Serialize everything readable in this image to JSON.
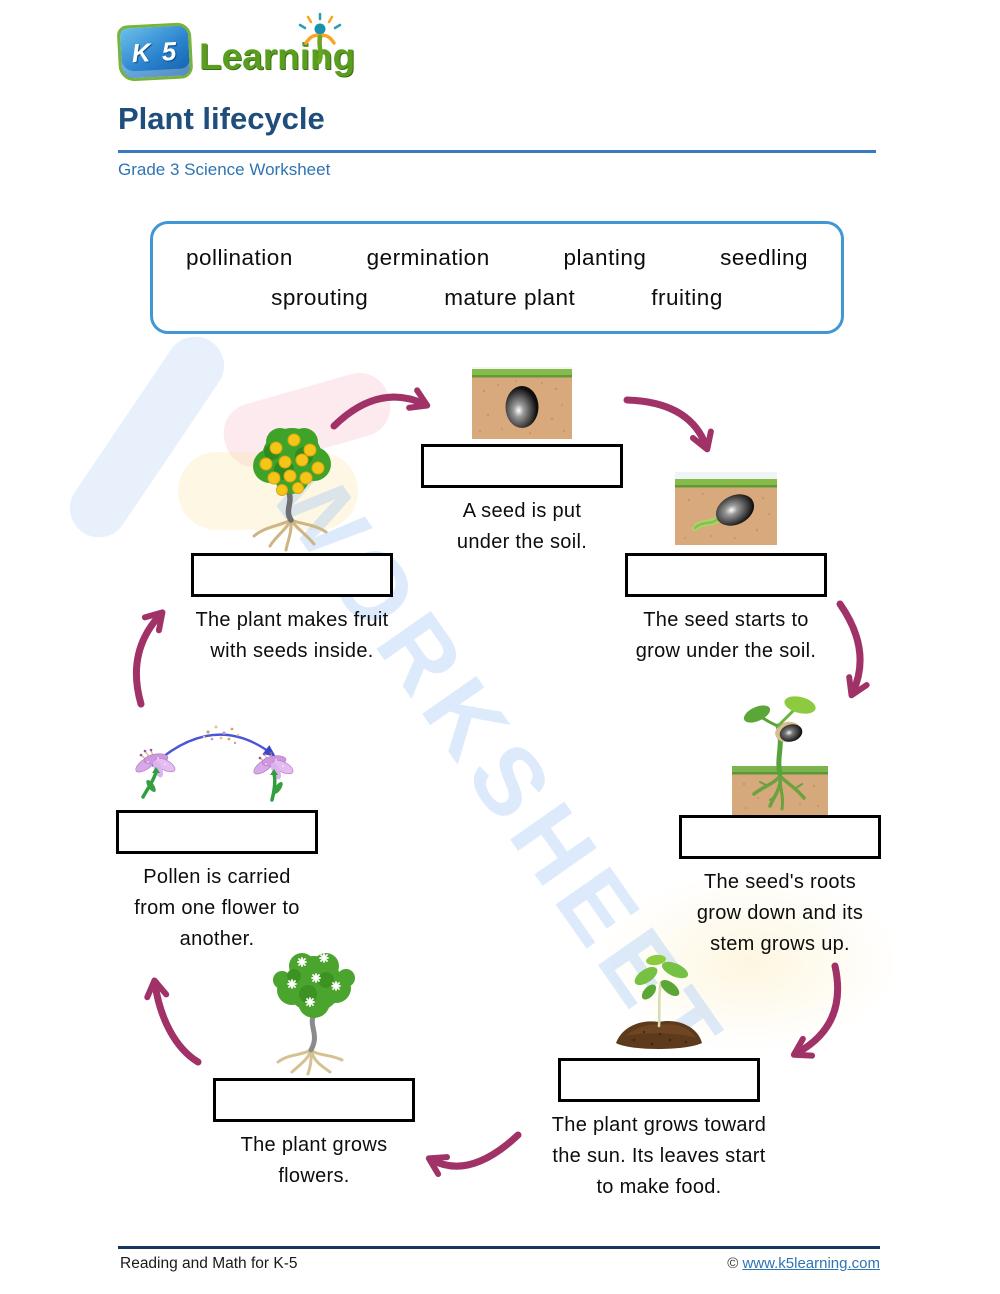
{
  "logo": {
    "book_text": "K 5",
    "wordmark": "Learning"
  },
  "header": {
    "title": "Plant lifecycle",
    "subtitle": "Grade 3 Science Worksheet"
  },
  "word_bank": {
    "row1": [
      "pollination",
      "germination",
      "planting",
      "seedling"
    ],
    "row2": [
      "sprouting",
      "mature plant",
      "fruiting"
    ]
  },
  "stages": [
    {
      "id": "planting",
      "caption": "A seed is put\nunder the soil."
    },
    {
      "id": "germination",
      "caption": "The seed starts to\ngrow under the soil."
    },
    {
      "id": "sprouting",
      "caption": "The seed's roots\ngrow down and its\nstem grows up."
    },
    {
      "id": "seedling",
      "caption": "The plant grows toward\nthe sun. Its leaves start\nto make food."
    },
    {
      "id": "mature-plant",
      "caption": "The plant grows\nflowers."
    },
    {
      "id": "pollination",
      "caption": "Pollen is carried\nfrom one flower to\nanother."
    },
    {
      "id": "fruiting",
      "caption": "The plant makes fruit\nwith seeds inside."
    }
  ],
  "watermark": {
    "text": "WORKSHEET"
  },
  "footer": {
    "left": "Reading and Math for K-5",
    "copyright": "©",
    "link": "www.k5learning.com"
  },
  "colors": {
    "title_navy": "#1f4e7c",
    "accent_blue": "#2e74b5",
    "wordbank_border": "#3f97d4",
    "cycle_arrow": "#a13268",
    "pollination_arrow": "#4a55d8",
    "answer_box_border": "#000000",
    "logo_green": "#5a9e1f",
    "watermark_blue": "#98c0f2"
  }
}
